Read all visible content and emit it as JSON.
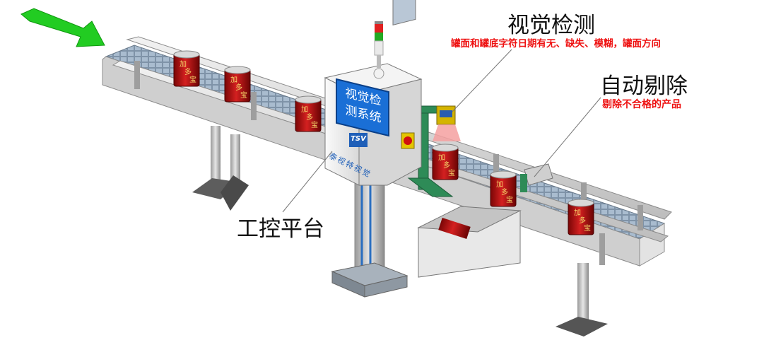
{
  "labels": {
    "vision_title": "视觉检测",
    "vision_desc": "罐面和罐底字符日期有无、缺失、模糊，罐面方向",
    "reject_title": "自动剔除",
    "reject_desc": "剔除不合格的产品",
    "platform_title": "工控平台"
  },
  "cabinet": {
    "screen_line1": "视觉检",
    "screen_line2": "测系统",
    "brand_logo": "TSV",
    "brand_name": "泰视特视觉"
  },
  "can": {
    "label_chars": [
      "加",
      "多",
      "宝"
    ]
  },
  "colors": {
    "arrow": "#22cc22",
    "screen": "#1a6fd6",
    "label_red": "#ee1111",
    "can_red": "#b01010",
    "bracket_green": "#2e8b57",
    "title_black": "#111111"
  },
  "icons": {
    "direction_arrow": "arrow-right-icon",
    "signal_tower": "signal-light-icon",
    "camera": "camera-icon",
    "stop_button": "emergency-stop-icon"
  }
}
